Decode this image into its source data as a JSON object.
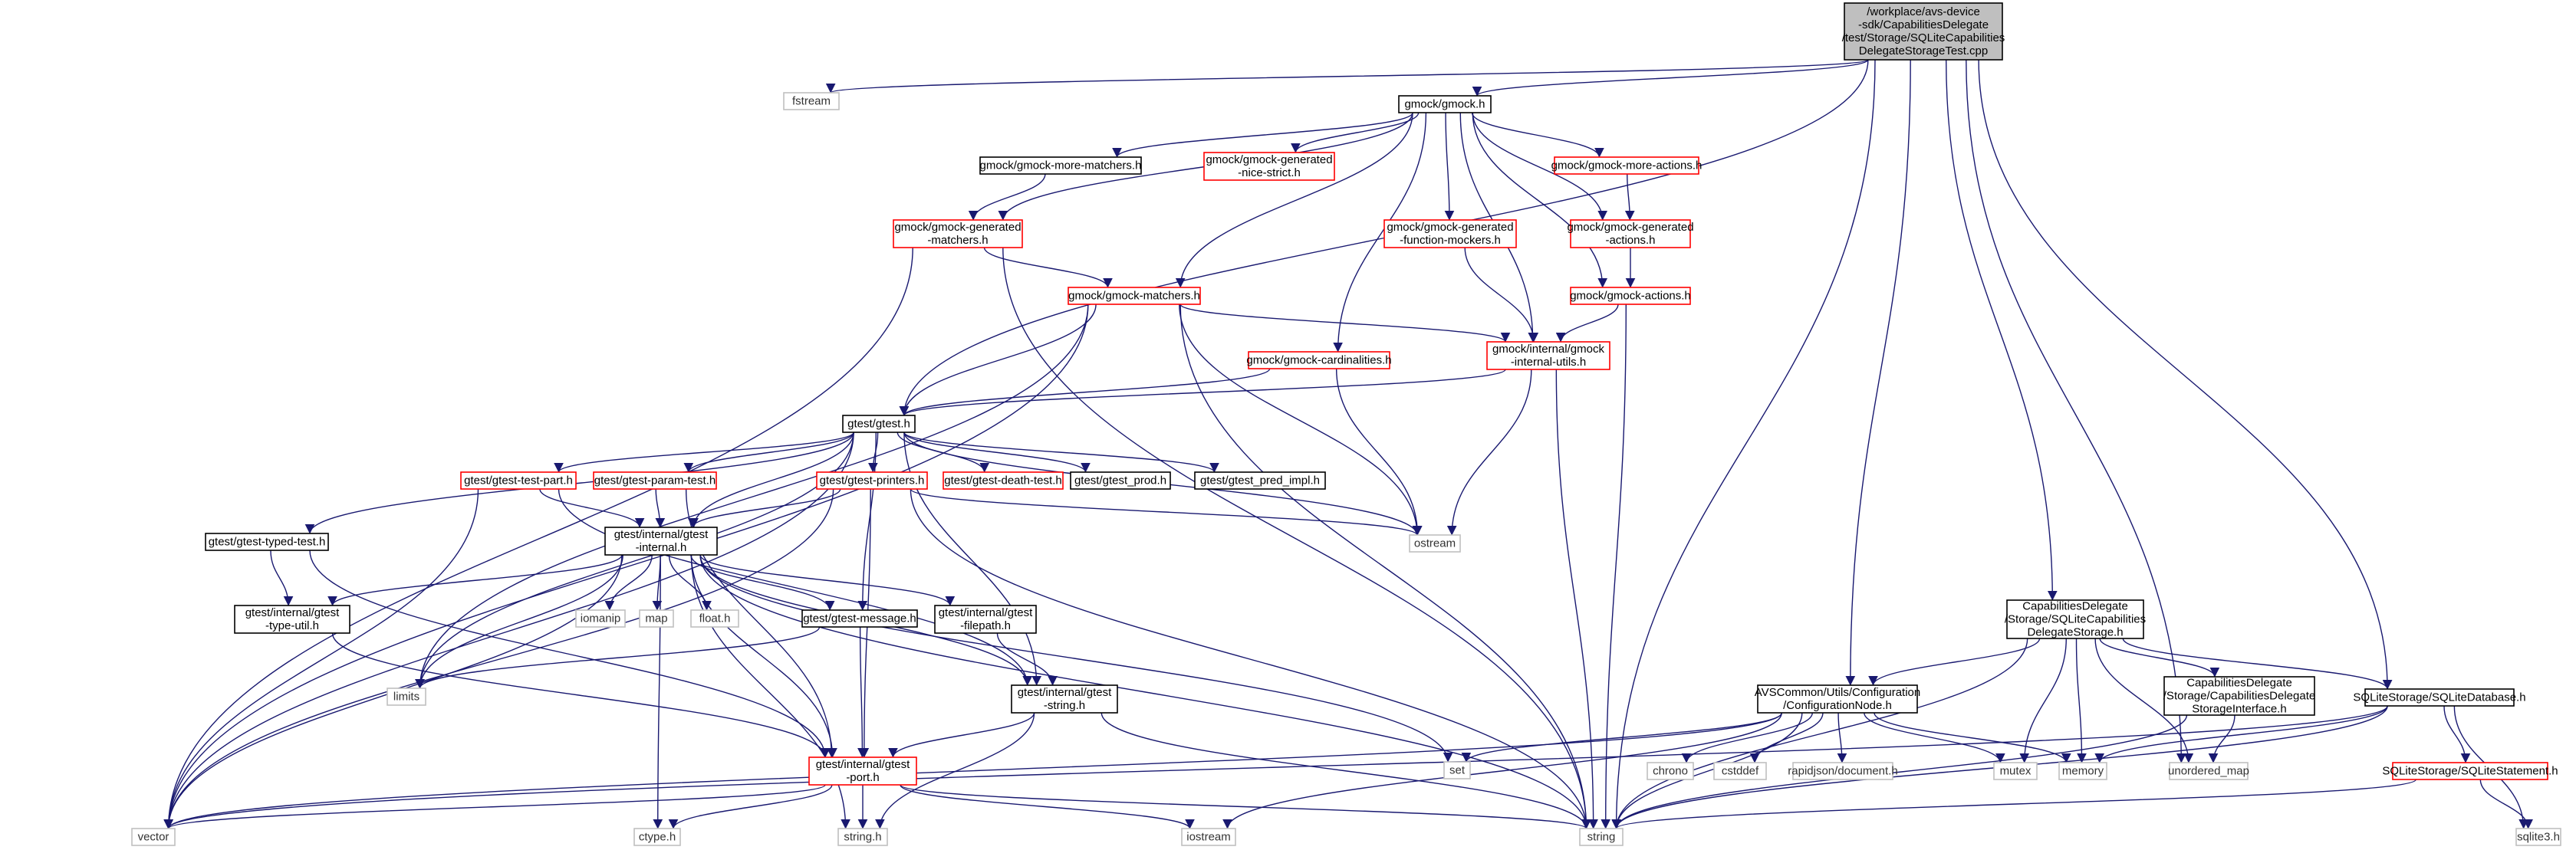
{
  "colors": {
    "edge": "#191970",
    "root_fill": "#bfbfbf",
    "root_border": "#000000",
    "local_border": "#000000",
    "missing_border": "#ff0000",
    "system_border": "#bfbfbf",
    "background": "#ffffff"
  },
  "nodes": [
    {
      "id": "root",
      "kind": "root",
      "lines": [
        "/workplace/avs-device",
        "-sdk/CapabilitiesDelegate",
        "/test/Storage/SQLiteCapabilities",
        "DelegateStorageTest.cpp"
      ]
    },
    {
      "id": "fstream",
      "kind": "system",
      "lines": [
        "fstream"
      ]
    },
    {
      "id": "gmock",
      "kind": "local",
      "lines": [
        "gmock/gmock.h"
      ]
    },
    {
      "id": "gmock_more_matchers",
      "kind": "local",
      "lines": [
        "gmock/gmock-more-matchers.h"
      ]
    },
    {
      "id": "gmock_gen_nice_strict",
      "kind": "missing",
      "lines": [
        "gmock/gmock-generated",
        "-nice-strict.h"
      ]
    },
    {
      "id": "gmock_more_actions",
      "kind": "missing",
      "lines": [
        "gmock/gmock-more-actions.h"
      ]
    },
    {
      "id": "gmock_gen_matchers",
      "kind": "missing",
      "lines": [
        "gmock/gmock-generated",
        "-matchers.h"
      ]
    },
    {
      "id": "gmock_gen_func_mockers",
      "kind": "missing",
      "lines": [
        "gmock/gmock-generated",
        "-function-mockers.h"
      ]
    },
    {
      "id": "gmock_gen_actions",
      "kind": "missing",
      "lines": [
        "gmock/gmock-generated",
        "-actions.h"
      ]
    },
    {
      "id": "gmock_matchers",
      "kind": "missing",
      "lines": [
        "gmock/gmock-matchers.h"
      ]
    },
    {
      "id": "gmock_actions",
      "kind": "missing",
      "lines": [
        "gmock/gmock-actions.h"
      ]
    },
    {
      "id": "gmock_cardinalities",
      "kind": "missing",
      "lines": [
        "gmock/gmock-cardinalities.h"
      ]
    },
    {
      "id": "gmock_internal_utils",
      "kind": "missing",
      "lines": [
        "gmock/internal/gmock",
        "-internal-utils.h"
      ]
    },
    {
      "id": "gtest",
      "kind": "local",
      "lines": [
        "gtest/gtest.h"
      ]
    },
    {
      "id": "gtest_test_part",
      "kind": "missing",
      "lines": [
        "gtest/gtest-test-part.h"
      ]
    },
    {
      "id": "gtest_param_test",
      "kind": "missing",
      "lines": [
        "gtest/gtest-param-test.h"
      ]
    },
    {
      "id": "gtest_printers",
      "kind": "missing",
      "lines": [
        "gtest/gtest-printers.h"
      ]
    },
    {
      "id": "gtest_death_test",
      "kind": "missing",
      "lines": [
        "gtest/gtest-death-test.h"
      ]
    },
    {
      "id": "gtest_prod",
      "kind": "local",
      "lines": [
        "gtest/gtest_prod.h"
      ]
    },
    {
      "id": "gtest_pred_impl",
      "kind": "local",
      "lines": [
        "gtest/gtest_pred_impl.h"
      ]
    },
    {
      "id": "ostream",
      "kind": "system",
      "lines": [
        "ostream"
      ]
    },
    {
      "id": "gtest_typed_test",
      "kind": "local",
      "lines": [
        "gtest/gtest-typed-test.h"
      ]
    },
    {
      "id": "gtest_internal",
      "kind": "local",
      "lines": [
        "gtest/internal/gtest",
        "-internal.h"
      ]
    },
    {
      "id": "gtest_type_util",
      "kind": "local",
      "lines": [
        "gtest/internal/gtest",
        "-type-util.h"
      ]
    },
    {
      "id": "iomanip",
      "kind": "system",
      "lines": [
        "iomanip"
      ]
    },
    {
      "id": "map",
      "kind": "system",
      "lines": [
        "map"
      ]
    },
    {
      "id": "float_h",
      "kind": "system",
      "lines": [
        "float.h"
      ]
    },
    {
      "id": "gtest_message",
      "kind": "local",
      "lines": [
        "gtest/gtest-message.h"
      ]
    },
    {
      "id": "gtest_filepath",
      "kind": "local",
      "lines": [
        "gtest/internal/gtest",
        "-filepath.h"
      ]
    },
    {
      "id": "limits",
      "kind": "system",
      "lines": [
        "limits"
      ]
    },
    {
      "id": "gtest_string",
      "kind": "local",
      "lines": [
        "gtest/internal/gtest",
        "-string.h"
      ]
    },
    {
      "id": "gtest_port",
      "kind": "missing",
      "lines": [
        "gtest/internal/gtest",
        "-port.h"
      ]
    },
    {
      "id": "set",
      "kind": "system",
      "lines": [
        "set"
      ]
    },
    {
      "id": "vector",
      "kind": "system",
      "lines": [
        "vector"
      ]
    },
    {
      "id": "ctype_h",
      "kind": "system",
      "lines": [
        "ctype.h"
      ]
    },
    {
      "id": "string_h",
      "kind": "system",
      "lines": [
        "string.h"
      ]
    },
    {
      "id": "iostream",
      "kind": "system",
      "lines": [
        "iostream"
      ]
    },
    {
      "id": "string",
      "kind": "system",
      "lines": [
        "string"
      ]
    },
    {
      "id": "sqlite_cap_storage",
      "kind": "local",
      "lines": [
        "CapabilitiesDelegate",
        "/Storage/SQLiteCapabilities",
        "DelegateStorage.h"
      ]
    },
    {
      "id": "config_node",
      "kind": "local",
      "lines": [
        "AVSCommon/Utils/Configuration",
        "/ConfigurationNode.h"
      ]
    },
    {
      "id": "cap_storage_iface",
      "kind": "local",
      "lines": [
        "CapabilitiesDelegate",
        "/Storage/CapabilitiesDelegate",
        "StorageInterface.h"
      ]
    },
    {
      "id": "sqlite_database",
      "kind": "local",
      "lines": [
        "SQLiteStorage/SQLiteDatabase.h"
      ]
    },
    {
      "id": "chrono",
      "kind": "system",
      "lines": [
        "chrono"
      ]
    },
    {
      "id": "cstddef",
      "kind": "system",
      "lines": [
        "cstddef"
      ]
    },
    {
      "id": "rapidjson_doc",
      "kind": "system",
      "lines": [
        "rapidjson/document.h"
      ]
    },
    {
      "id": "mutex",
      "kind": "system",
      "lines": [
        "mutex"
      ]
    },
    {
      "id": "memory",
      "kind": "system",
      "lines": [
        "memory"
      ]
    },
    {
      "id": "unordered_map",
      "kind": "system",
      "lines": [
        "unordered_map"
      ]
    },
    {
      "id": "sqlite_statement",
      "kind": "missing",
      "lines": [
        "SQLiteStorage/SQLiteStatement.h"
      ]
    },
    {
      "id": "sqlite3_h",
      "kind": "system",
      "lines": [
        "sqlite3.h"
      ]
    }
  ],
  "edges": [
    [
      "root",
      "fstream"
    ],
    [
      "root",
      "gmock"
    ],
    [
      "root",
      "gtest"
    ],
    [
      "root",
      "sqlite_cap_storage"
    ],
    [
      "root",
      "config_node"
    ],
    [
      "root",
      "string"
    ],
    [
      "root",
      "unordered_map"
    ],
    [
      "root",
      "sqlite_database"
    ],
    [
      "gmock",
      "gmock_more_matchers"
    ],
    [
      "gmock",
      "gmock_gen_nice_strict"
    ],
    [
      "gmock",
      "gmock_more_actions"
    ],
    [
      "gmock",
      "gmock_gen_matchers"
    ],
    [
      "gmock",
      "gmock_gen_func_mockers"
    ],
    [
      "gmock",
      "gmock_gen_actions"
    ],
    [
      "gmock",
      "gmock_matchers"
    ],
    [
      "gmock",
      "gmock_actions"
    ],
    [
      "gmock",
      "gmock_cardinalities"
    ],
    [
      "gmock",
      "gmock_internal_utils"
    ],
    [
      "gmock_more_matchers",
      "gmock_gen_matchers"
    ],
    [
      "gmock_more_actions",
      "gmock_gen_actions"
    ],
    [
      "gmock_gen_actions",
      "gmock_actions"
    ],
    [
      "gmock_gen_matchers",
      "gmock_matchers"
    ],
    [
      "gmock_gen_matchers",
      "vector"
    ],
    [
      "gmock_gen_matchers",
      "string"
    ],
    [
      "gmock_gen_func_mockers",
      "gmock_internal_utils"
    ],
    [
      "gmock_actions",
      "gmock_internal_utils"
    ],
    [
      "gmock_actions",
      "string"
    ],
    [
      "gmock_matchers",
      "gmock_internal_utils"
    ],
    [
      "gmock_matchers",
      "gtest"
    ],
    [
      "gmock_matchers",
      "ostream"
    ],
    [
      "gmock_matchers",
      "string"
    ],
    [
      "gmock_matchers",
      "vector"
    ],
    [
      "gmock_matchers",
      "limits"
    ],
    [
      "gmock_cardinalities",
      "gtest"
    ],
    [
      "gmock_cardinalities",
      "ostream"
    ],
    [
      "gmock_internal_utils",
      "gtest"
    ],
    [
      "gmock_internal_utils",
      "ostream"
    ],
    [
      "gmock_internal_utils",
      "string"
    ],
    [
      "gtest",
      "gtest_test_part"
    ],
    [
      "gtest",
      "gtest_param_test"
    ],
    [
      "gtest",
      "gtest_printers"
    ],
    [
      "gtest",
      "gtest_death_test"
    ],
    [
      "gtest",
      "gtest_prod"
    ],
    [
      "gtest",
      "gtest_pred_impl"
    ],
    [
      "gtest",
      "ostream"
    ],
    [
      "gtest",
      "gtest_typed_test"
    ],
    [
      "gtest",
      "gtest_internal"
    ],
    [
      "gtest",
      "gtest_message"
    ],
    [
      "gtest",
      "gtest_string"
    ],
    [
      "gtest",
      "limits"
    ],
    [
      "gtest",
      "vector"
    ],
    [
      "gtest_test_part",
      "gtest_internal"
    ],
    [
      "gtest_test_part",
      "gtest_string"
    ],
    [
      "gtest_test_part",
      "vector"
    ],
    [
      "gtest_param_test",
      "gtest_internal"
    ],
    [
      "gtest_param_test",
      "gtest_port"
    ],
    [
      "gtest_printers",
      "gtest_internal"
    ],
    [
      "gtest_printers",
      "gtest_port"
    ],
    [
      "gtest_printers",
      "ostream"
    ],
    [
      "gtest_printers",
      "string"
    ],
    [
      "gtest_printers",
      "vector"
    ],
    [
      "gtest_typed_test",
      "gtest_type_util"
    ],
    [
      "gtest_typed_test",
      "gtest_port"
    ],
    [
      "gtest_internal",
      "gtest_type_util"
    ],
    [
      "gtest_internal",
      "iomanip"
    ],
    [
      "gtest_internal",
      "map"
    ],
    [
      "gtest_internal",
      "float_h"
    ],
    [
      "gtest_internal",
      "gtest_message"
    ],
    [
      "gtest_internal",
      "gtest_filepath"
    ],
    [
      "gtest_internal",
      "limits"
    ],
    [
      "gtest_internal",
      "gtest_string"
    ],
    [
      "gtest_internal",
      "gtest_port"
    ],
    [
      "gtest_internal",
      "set"
    ],
    [
      "gtest_internal",
      "vector"
    ],
    [
      "gtest_internal",
      "ctype_h"
    ],
    [
      "gtest_internal",
      "string_h"
    ],
    [
      "gtest_internal",
      "string"
    ],
    [
      "gtest_type_util",
      "gtest_port"
    ],
    [
      "gtest_message",
      "limits"
    ],
    [
      "gtest_message",
      "gtest_port"
    ],
    [
      "gtest_filepath",
      "gtest_string"
    ],
    [
      "gtest_string",
      "gtest_port"
    ],
    [
      "gtest_string",
      "string_h"
    ],
    [
      "gtest_string",
      "string"
    ],
    [
      "gtest_port",
      "vector"
    ],
    [
      "gtest_port",
      "ctype_h"
    ],
    [
      "gtest_port",
      "string_h"
    ],
    [
      "gtest_port",
      "iostream"
    ],
    [
      "gtest_port",
      "string"
    ],
    [
      "sqlite_cap_storage",
      "config_node"
    ],
    [
      "sqlite_cap_storage",
      "cap_storage_iface"
    ],
    [
      "sqlite_cap_storage",
      "sqlite_database"
    ],
    [
      "sqlite_cap_storage",
      "mutex"
    ],
    [
      "sqlite_cap_storage",
      "memory"
    ],
    [
      "sqlite_cap_storage",
      "unordered_map"
    ],
    [
      "sqlite_cap_storage",
      "string"
    ],
    [
      "config_node",
      "chrono"
    ],
    [
      "config_node",
      "cstddef"
    ],
    [
      "config_node",
      "rapidjson_doc"
    ],
    [
      "config_node",
      "mutex"
    ],
    [
      "config_node",
      "memory"
    ],
    [
      "config_node",
      "set"
    ],
    [
      "config_node",
      "string"
    ],
    [
      "config_node",
      "vector"
    ],
    [
      "config_node",
      "iostream"
    ],
    [
      "cap_storage_iface",
      "unordered_map"
    ],
    [
      "cap_storage_iface",
      "string"
    ],
    [
      "sqlite_database",
      "sqlite_statement"
    ],
    [
      "sqlite_database",
      "memory"
    ],
    [
      "sqlite_database",
      "sqlite3_h"
    ],
    [
      "sqlite_database",
      "string"
    ],
    [
      "sqlite_database",
      "vector"
    ],
    [
      "sqlite_statement",
      "sqlite3_h"
    ],
    [
      "sqlite_statement",
      "string"
    ]
  ]
}
